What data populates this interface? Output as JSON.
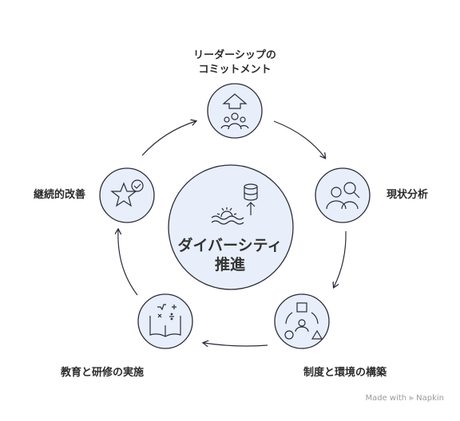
{
  "center": {
    "line1": "ダイバーシティ",
    "line2": "推進"
  },
  "nodes": {
    "leadership": {
      "line1": "リーダーシップの",
      "line2": "コミットメント",
      "icon": "leadership-arrow-group-icon"
    },
    "analysis": {
      "label": "現状分析",
      "icon": "people-magnifier-icon"
    },
    "systems": {
      "label": "制度と環境の構築",
      "icon": "shapes-network-icon"
    },
    "education": {
      "label": "教育と研修の実施",
      "icon": "math-book-icon"
    },
    "improvement": {
      "label": "継続的改善",
      "icon": "star-check-icon"
    }
  },
  "footer": {
    "prefix": "Made with",
    "brand": "Napkin"
  },
  "colors": {
    "fill": "#e8eefa",
    "stroke": "#2c2c3a",
    "text": "#2b2b2b"
  }
}
